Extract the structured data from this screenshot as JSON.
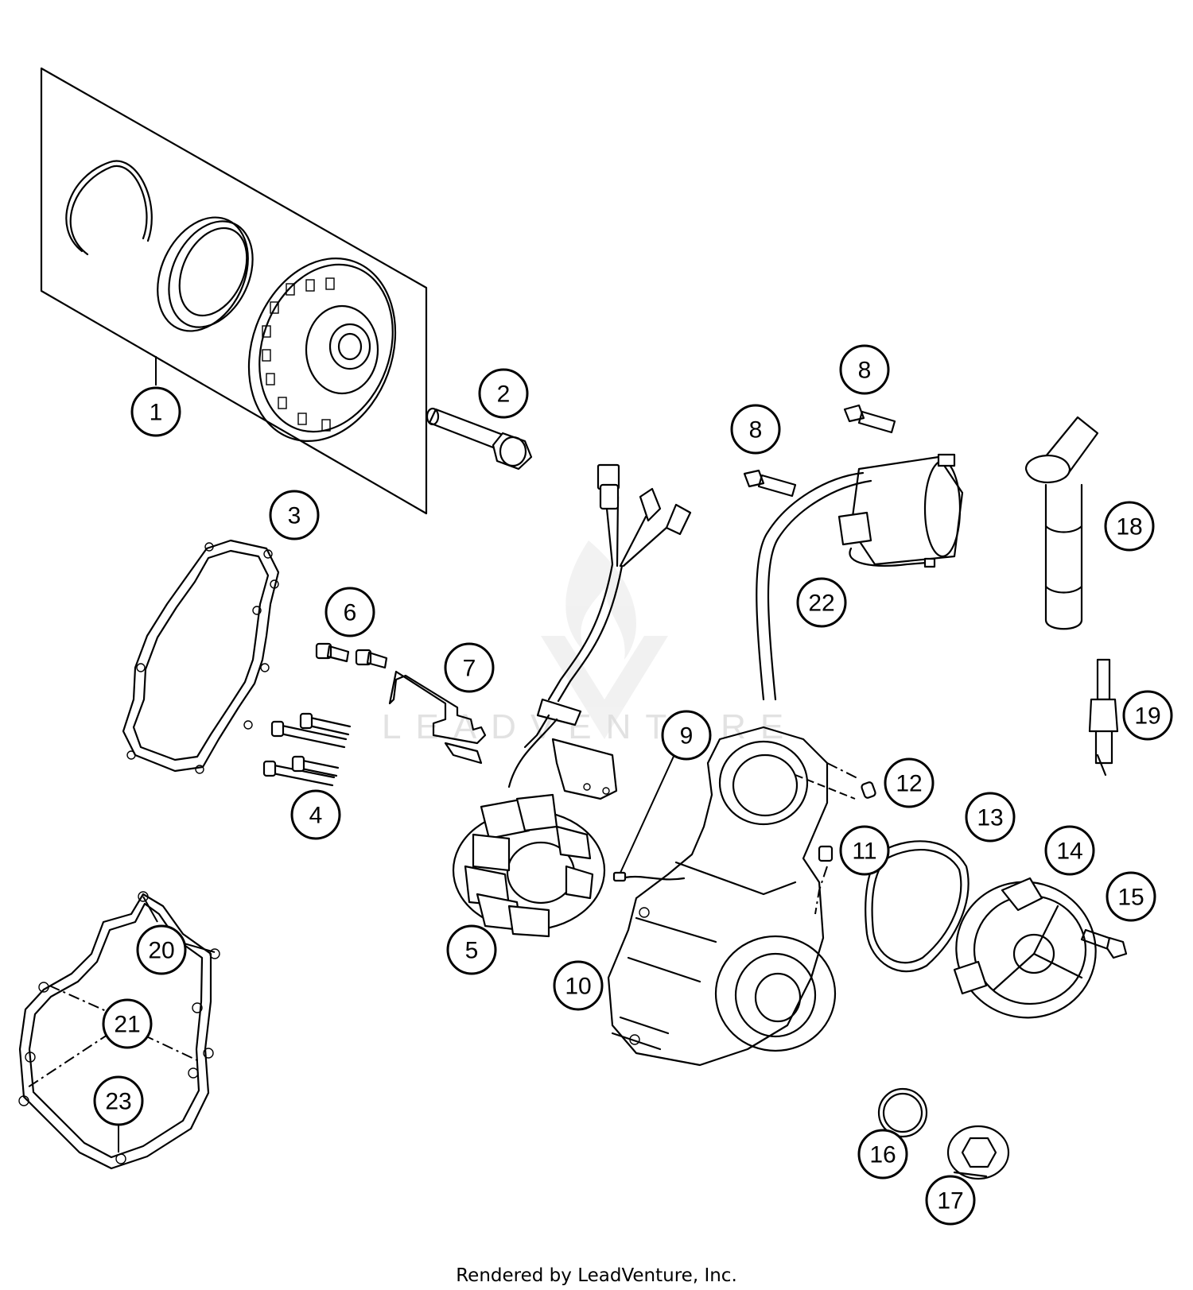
{
  "diagram": {
    "callouts": [
      "1",
      "2",
      "3",
      "4",
      "5",
      "6",
      "7",
      "8",
      "8",
      "9",
      "10",
      "11",
      "12",
      "13",
      "14",
      "15",
      "16",
      "17",
      "18",
      "19",
      "20",
      "21",
      "22",
      "23"
    ],
    "watermark": "LEADVENTURE",
    "footer": "Rendered by LeadVenture, Inc."
  }
}
